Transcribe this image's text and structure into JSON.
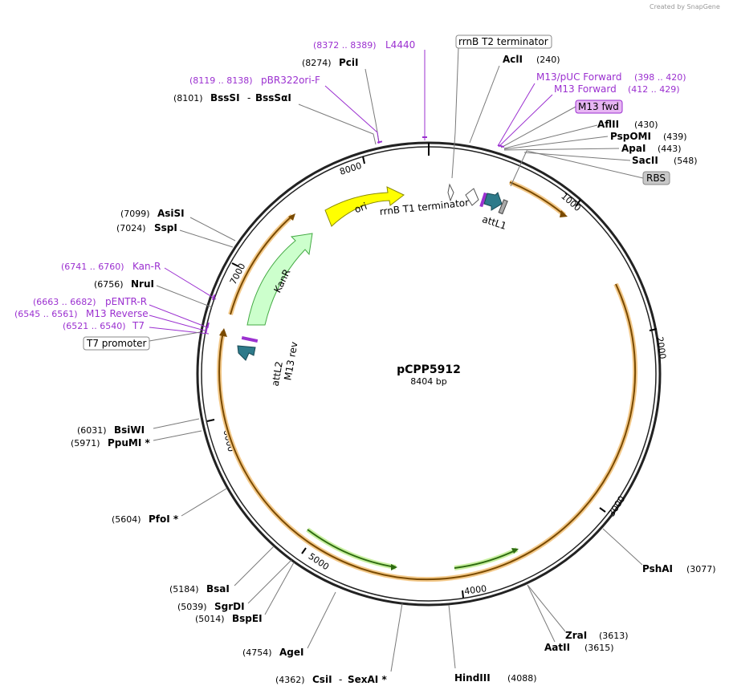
{
  "credit": "Created by SnapGene",
  "plasmid": {
    "name": "pCPP5912",
    "length": "8404 bp",
    "bp": 8404
  },
  "ticks": [
    "1000",
    "2000",
    "3000",
    "4000",
    "5000",
    "6000",
    "7000",
    "8000"
  ],
  "features": {
    "ori": "ori",
    "kanr": "KanR",
    "rrnb_t1": "rrnB T1 terminator",
    "attl1": "attL1",
    "attl2": "attL2",
    "m13_rev": "M13 rev"
  },
  "boxed": {
    "rrnb_t2": "rrnB T2 terminator",
    "m13_fwd": "M13 fwd",
    "rbs": "RBS",
    "t7_promoter": "T7 promoter"
  },
  "primers": {
    "l4440": {
      "pos": "(8372 .. 8389)",
      "name": "L4440"
    },
    "pbr322": {
      "pos": "(8119 .. 8138)",
      "name": "pBR322ori-F"
    },
    "m13puc": {
      "name": "M13/pUC Forward",
      "pos": "(398 .. 420)"
    },
    "m13fwd": {
      "name": "M13 Forward",
      "pos": "(412 .. 429)"
    },
    "kanr": {
      "pos": "(6741 .. 6760)",
      "name": "Kan-R"
    },
    "pentr": {
      "pos": "(6663 .. 6682)",
      "name": "pENTR-R"
    },
    "m13rev": {
      "pos": "(6545 .. 6561)",
      "name": "M13 Reverse"
    },
    "t7": {
      "pos": "(6521 .. 6540)",
      "name": "T7"
    }
  },
  "sites": {
    "pcii": {
      "pos": "(8274)",
      "name": "PciI"
    },
    "bsssi": {
      "pos": "(8101)",
      "name": "BssSI",
      "name2": "BssSαI"
    },
    "acli": {
      "name": "AclI",
      "pos": "(240)"
    },
    "aflii": {
      "name": "AflII",
      "pos": "(430)"
    },
    "pspomi": {
      "name": "PspOMI",
      "pos": "(439)"
    },
    "apai": {
      "name": "ApaI",
      "pos": "(443)"
    },
    "sacii": {
      "name": "SacII",
      "pos": "(548)"
    },
    "asisi": {
      "pos": "(7099)",
      "name": "AsiSI"
    },
    "sspi": {
      "pos": "(7024)",
      "name": "SspI"
    },
    "nrui": {
      "pos": "(6756)",
      "name": "NruI"
    },
    "bsiwi": {
      "pos": "(6031)",
      "name": "BsiWI"
    },
    "ppumi": {
      "pos": "(5971)",
      "name": "PpuMI *"
    },
    "pfoi": {
      "pos": "(5604)",
      "name": "PfoI *"
    },
    "bsai": {
      "pos": "(5184)",
      "name": "BsaI"
    },
    "sgrdi": {
      "pos": "(5039)",
      "name": "SgrDI"
    },
    "bspei": {
      "pos": "(5014)",
      "name": "BspEI"
    },
    "agei": {
      "pos": "(4754)",
      "name": "AgeI"
    },
    "csii": {
      "pos": "(4362)",
      "name": "CsiI",
      "name2": "SexAI *"
    },
    "hindiii": {
      "name": "HindIII",
      "pos": "(4088)"
    },
    "zrai": {
      "name": "ZraI",
      "pos": "(3613)"
    },
    "aatii": {
      "name": "AatII",
      "pos": "(3615)"
    },
    "pshai": {
      "name": "PshAI",
      "pos": "(3077)"
    }
  }
}
